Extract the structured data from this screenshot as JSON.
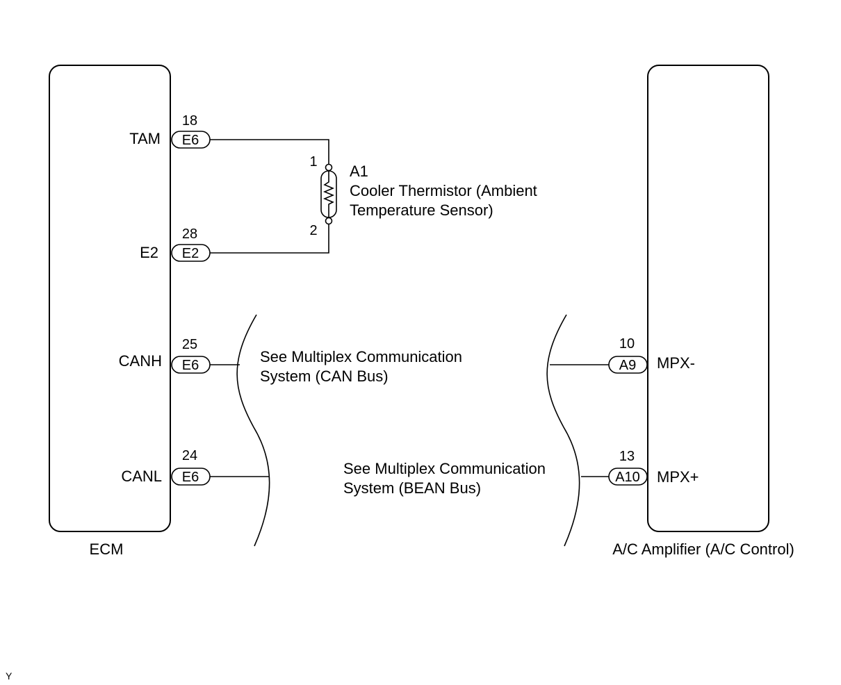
{
  "ecm": {
    "label": "ECM",
    "terminals": {
      "tam": {
        "name": "TAM",
        "pin": "18",
        "connector": "E6"
      },
      "e2": {
        "name": "E2",
        "pin": "28",
        "connector": "E2"
      },
      "canh": {
        "name": "CANH",
        "pin": "25",
        "connector": "E6"
      },
      "canl": {
        "name": "CANL",
        "pin": "24",
        "connector": "E6"
      }
    }
  },
  "amplifier": {
    "label": "A/C Amplifier (A/C Control)",
    "terminals": {
      "mpx_minus": {
        "name": "MPX-",
        "pin": "10",
        "connector": "A9"
      },
      "mpx_plus": {
        "name": "MPX+",
        "pin": "13",
        "connector": "A10"
      }
    }
  },
  "thermistor": {
    "id": "A1",
    "name_line1": "Cooler Thermistor (Ambient",
    "name_line2": "Temperature Sensor)",
    "pin1": "1",
    "pin2": "2"
  },
  "notes": {
    "can_line1": "See Multiplex Communication",
    "can_line2": "System (CAN Bus)",
    "bean_line1": "See Multiplex Communication",
    "bean_line2": "System (BEAN Bus)"
  },
  "footer_code": "Y"
}
